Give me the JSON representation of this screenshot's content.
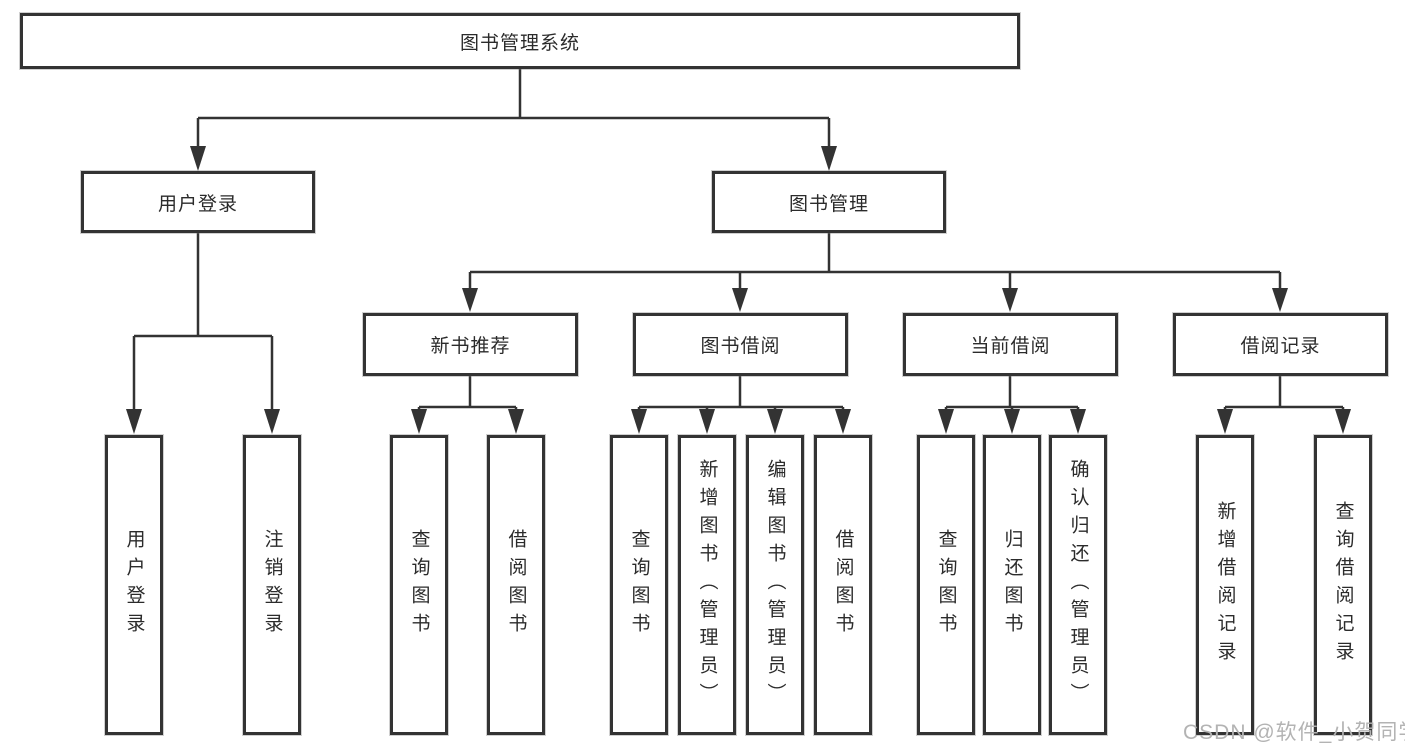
{
  "diagram": {
    "root": {
      "label": "图书管理系统"
    },
    "level2": [
      {
        "label": "用户登录",
        "leaves": [
          {
            "label": "用户登录"
          },
          {
            "label": "注销登录"
          }
        ]
      },
      {
        "label": "图书管理",
        "children": [
          {
            "label": "新书推荐",
            "leaves": [
              {
                "label": "查询图书"
              },
              {
                "label": "借阅图书"
              }
            ]
          },
          {
            "label": "图书借阅",
            "leaves": [
              {
                "label": "查询图书"
              },
              {
                "label": "新增图书（管理员）"
              },
              {
                "label": "编辑图书（管理员）"
              },
              {
                "label": "借阅图书"
              }
            ]
          },
          {
            "label": "当前借阅",
            "leaves": [
              {
                "label": "查询图书"
              },
              {
                "label": "归还图书"
              },
              {
                "label": "确认归还（管理员）"
              }
            ]
          },
          {
            "label": "借阅记录",
            "leaves": [
              {
                "label": "新增借阅记录"
              },
              {
                "label": "查询借阅记录"
              }
            ]
          }
        ]
      }
    ]
  },
  "watermark": {
    "text": "CSDN @软件_小贺同学"
  },
  "colors": {
    "line": "#333333",
    "text": "#2b2b2b",
    "background": "#ffffff",
    "watermark": "#b3b3b3"
  }
}
